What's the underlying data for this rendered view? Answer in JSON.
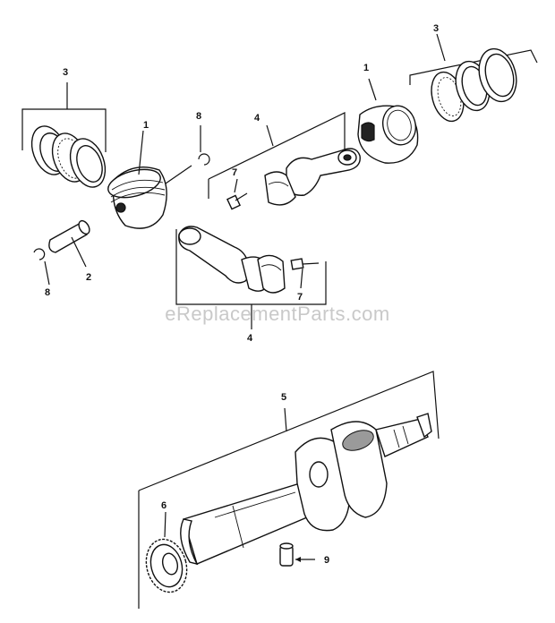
{
  "watermark": "eReplacementParts.com",
  "callouts": {
    "left_rings_group": "3",
    "left_piston": "1",
    "left_clip_top": "8",
    "left_pin": "2",
    "left_clip_bottom": "8",
    "conrod_upper_group": "4",
    "conrod_upper_bolt": "7",
    "conrod_lower_bolt": "7",
    "conrod_lower_group": "4",
    "right_piston": "1",
    "right_rings_group": "3",
    "crankshaft": "5",
    "gear": "6",
    "key": "9"
  }
}
